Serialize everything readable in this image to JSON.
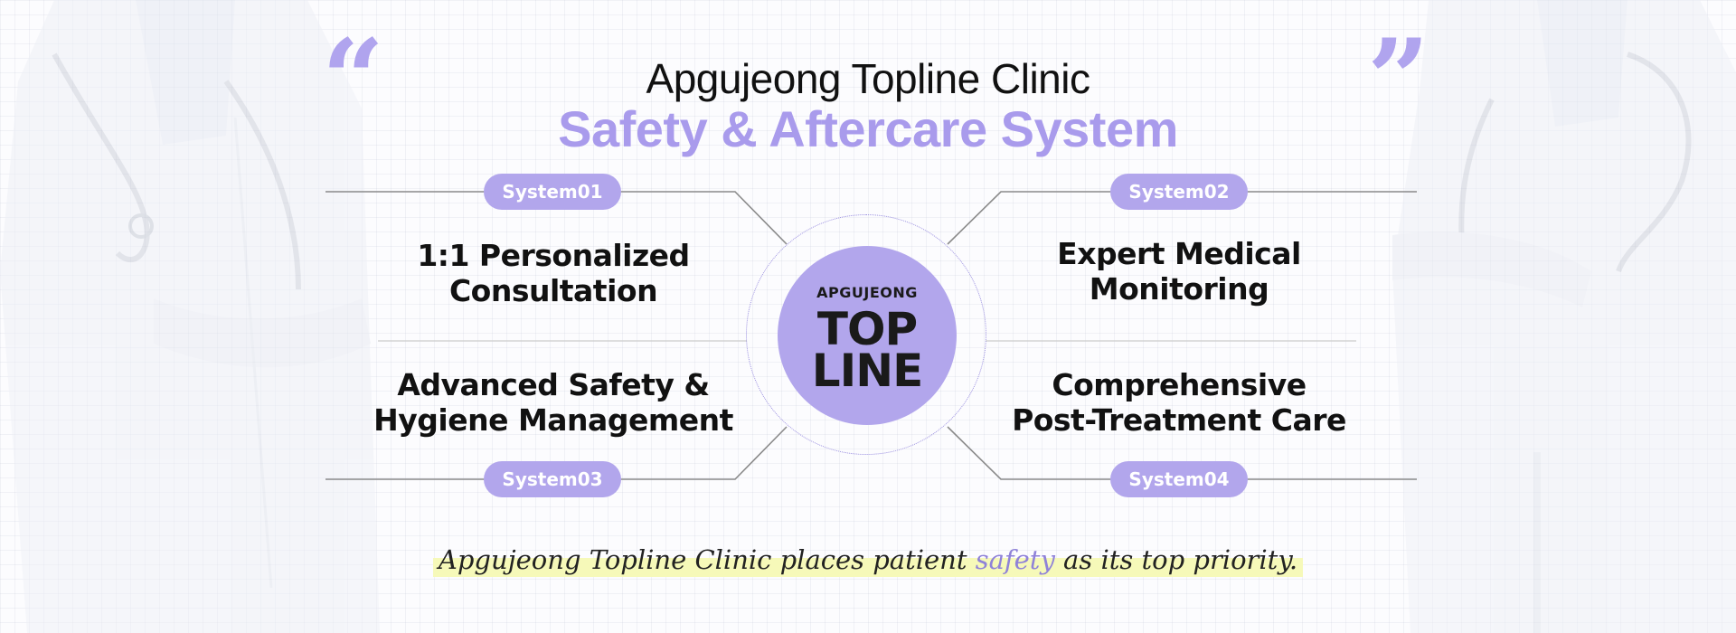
{
  "header": {
    "title": "Apgujeong Topline Clinic",
    "subtitle": "Safety & Aftercare System",
    "quote_open_icon": "opening-quote",
    "quote_close_icon": "closing-quote"
  },
  "systems": [
    {
      "badge": "System01",
      "title_line1": "1:1 Personalized",
      "title_line2": "Consultation"
    },
    {
      "badge": "System02",
      "title_line1": "Expert Medical",
      "title_line2": "Monitoring"
    },
    {
      "badge": "System03",
      "title_line1": "Advanced Safety &",
      "title_line2": "Hygiene Management"
    },
    {
      "badge": "System04",
      "title_line1": "Comprehensive",
      "title_line2": "Post-Treatment Care"
    }
  ],
  "logo": {
    "small": "APGUJEONG",
    "line1": "TOP",
    "line2": "LINE"
  },
  "tagline": {
    "before": "Apgujeong Topline Clinic places patient ",
    "highlight": "safety",
    "after": " as its top priority."
  },
  "colors": {
    "accent": "#a99bec",
    "badge": "#b2a6ec",
    "text": "#111111",
    "highlight_bg": "#f6f9b9"
  }
}
